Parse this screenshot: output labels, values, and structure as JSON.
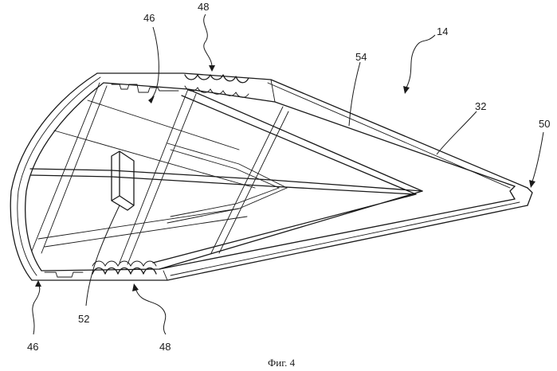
{
  "figure": {
    "caption": "Фиг. 4",
    "labels": {
      "ref_14": "14",
      "ref_32": "32",
      "ref_46_top": "46",
      "ref_46_bottom": "46",
      "ref_48_top": "48",
      "ref_48_bottom": "48",
      "ref_50": "50",
      "ref_52": "52",
      "ref_54": "54"
    }
  }
}
